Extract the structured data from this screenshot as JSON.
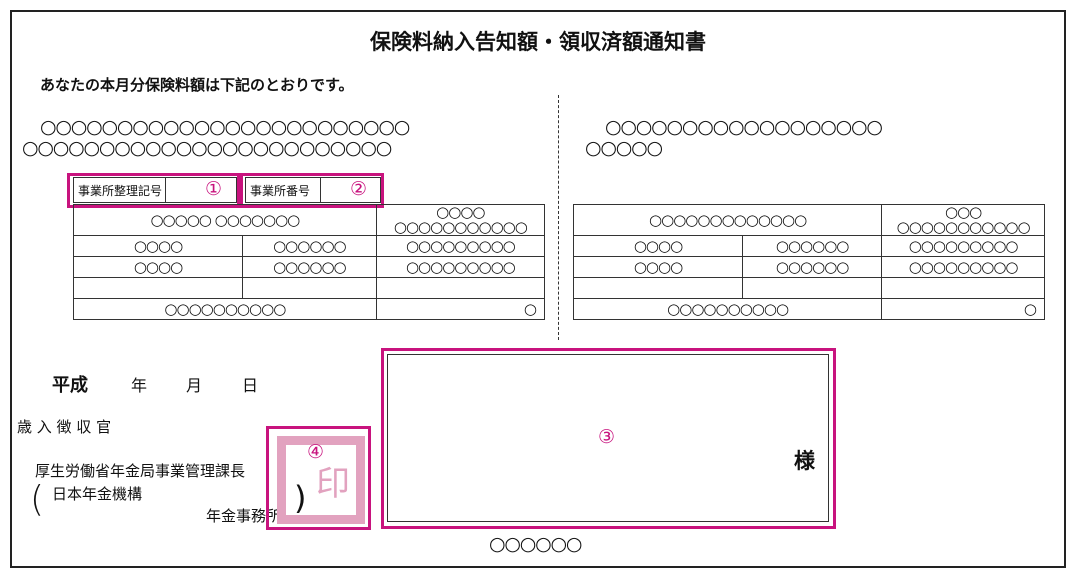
{
  "title": "保険料納入告知額・領収済額通知書",
  "subtitle": "あなたの本月分保険料額は下記のとおりです。",
  "left_address": [
    "○○○○○○○○○○○○○○○○○○○○○○○○",
    "○○○○○○○○○○○○○○○○○○○○○○○○"
  ],
  "right_address": [
    "○○○○○○○○○○○○○○○○○○",
    "○○○○○"
  ],
  "labels": {
    "office_ref": "事業所整理記号",
    "office_no": "事業所番号",
    "n1": "①",
    "n2": "②",
    "n3": "③",
    "n4": "④"
  },
  "table": {
    "left": {
      "r1": [
        "○○○○○ ○○○○○○○",
        "○○○○ ○○○○○○○○○○○"
      ],
      "r2": [
        "○○○○",
        "○○○○○○",
        "○○○○○○○○○"
      ],
      "r3": [
        "○○○○",
        "○○○○○○",
        "○○○○○○○○○"
      ],
      "r5": [
        "○○○○○○○○○○",
        "○"
      ]
    },
    "right": {
      "r1": [
        "○○○○○○○○○○○○○",
        "○○○ ○○○○○○○○○○○"
      ],
      "r2": [
        "○○○○",
        "○○○○○○",
        "○○○○○○○○○"
      ],
      "r3": [
        "○○○○",
        "○○○○○○",
        "○○○○○○○○○"
      ],
      "r5": [
        "○○○○○○○○○○",
        "○"
      ]
    }
  },
  "date": {
    "era": "平成",
    "year": "年",
    "month": "月",
    "day": "日"
  },
  "official": "歳 入 徴 収 官",
  "issuer1": "厚生労働省年金局事業管理課長",
  "issuer2": "日本年金機構",
  "issuer3": "年金事務所",
  "paren_open": "(",
  "paren_close": ")",
  "seal": "印",
  "addressee_suffix": "様",
  "footer_code": "○○○○○○"
}
